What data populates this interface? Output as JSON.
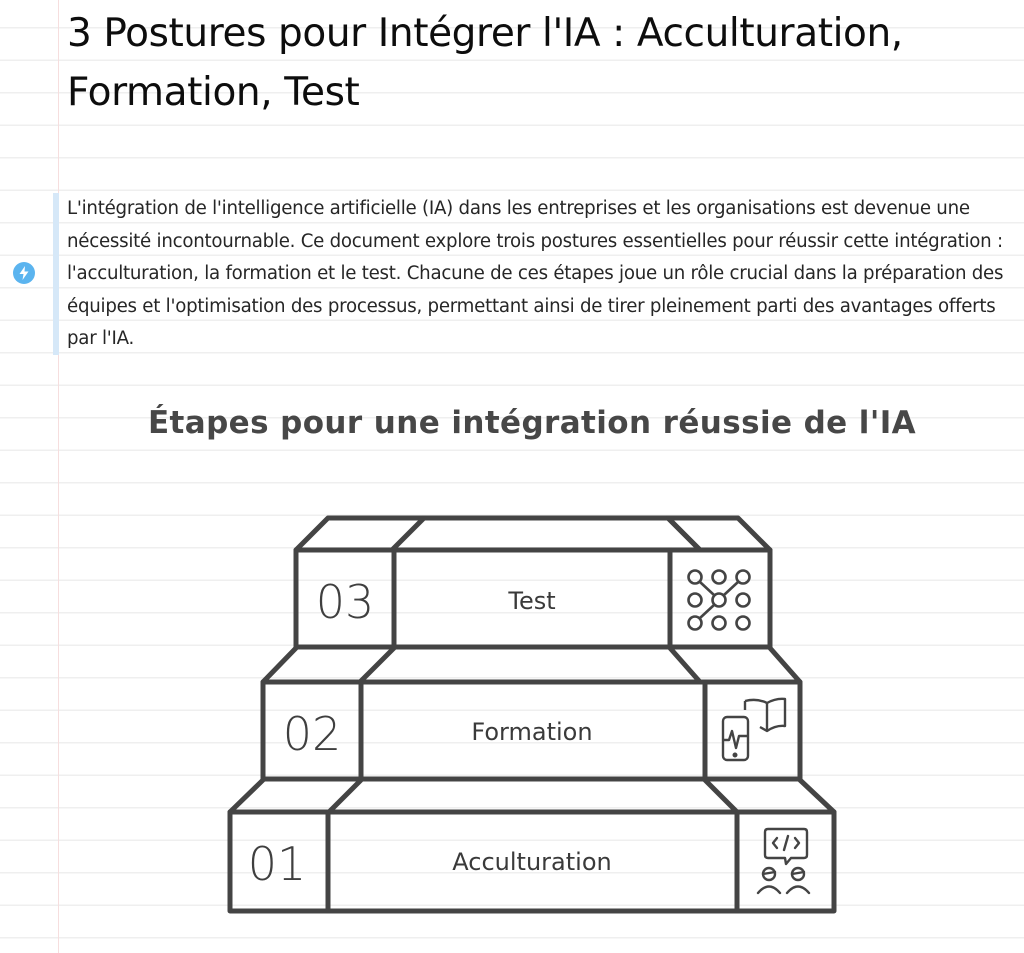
{
  "document": {
    "title": "3 Postures pour Intégrer l'IA : Acculturation, Formation, Test",
    "intro": {
      "icon": "lightning-bolt-icon",
      "text": "L'intégration de l'intelligence artificielle (IA) dans les entreprises et les organisations est devenue une nécessité incontournable. Ce document explore trois postures essentielles pour réussir cette intégration : l'acculturation, la formation et le test. Chacune de ces étapes joue un rôle crucial dans la préparation des équipes et l'optimisation des processus, permettant ainsi de tirer pleinement parti des avantages offerts par l'IA."
    },
    "colors": {
      "accent_bar": "#d6e8f8",
      "bolt_badge": "#5bb4ef",
      "diagram_stroke": "#444444",
      "margin_line": "#f6dede"
    }
  },
  "diagram": {
    "title": "Étapes pour une intégration réussie de l'IA",
    "type": "staircase",
    "steps": [
      {
        "number": "03",
        "label": "Test",
        "icon": "network-nodes-icon"
      },
      {
        "number": "02",
        "label": "Formation",
        "icon": "phone-book-icon"
      },
      {
        "number": "01",
        "label": "Acculturation",
        "icon": "people-code-chat-icon"
      }
    ]
  }
}
